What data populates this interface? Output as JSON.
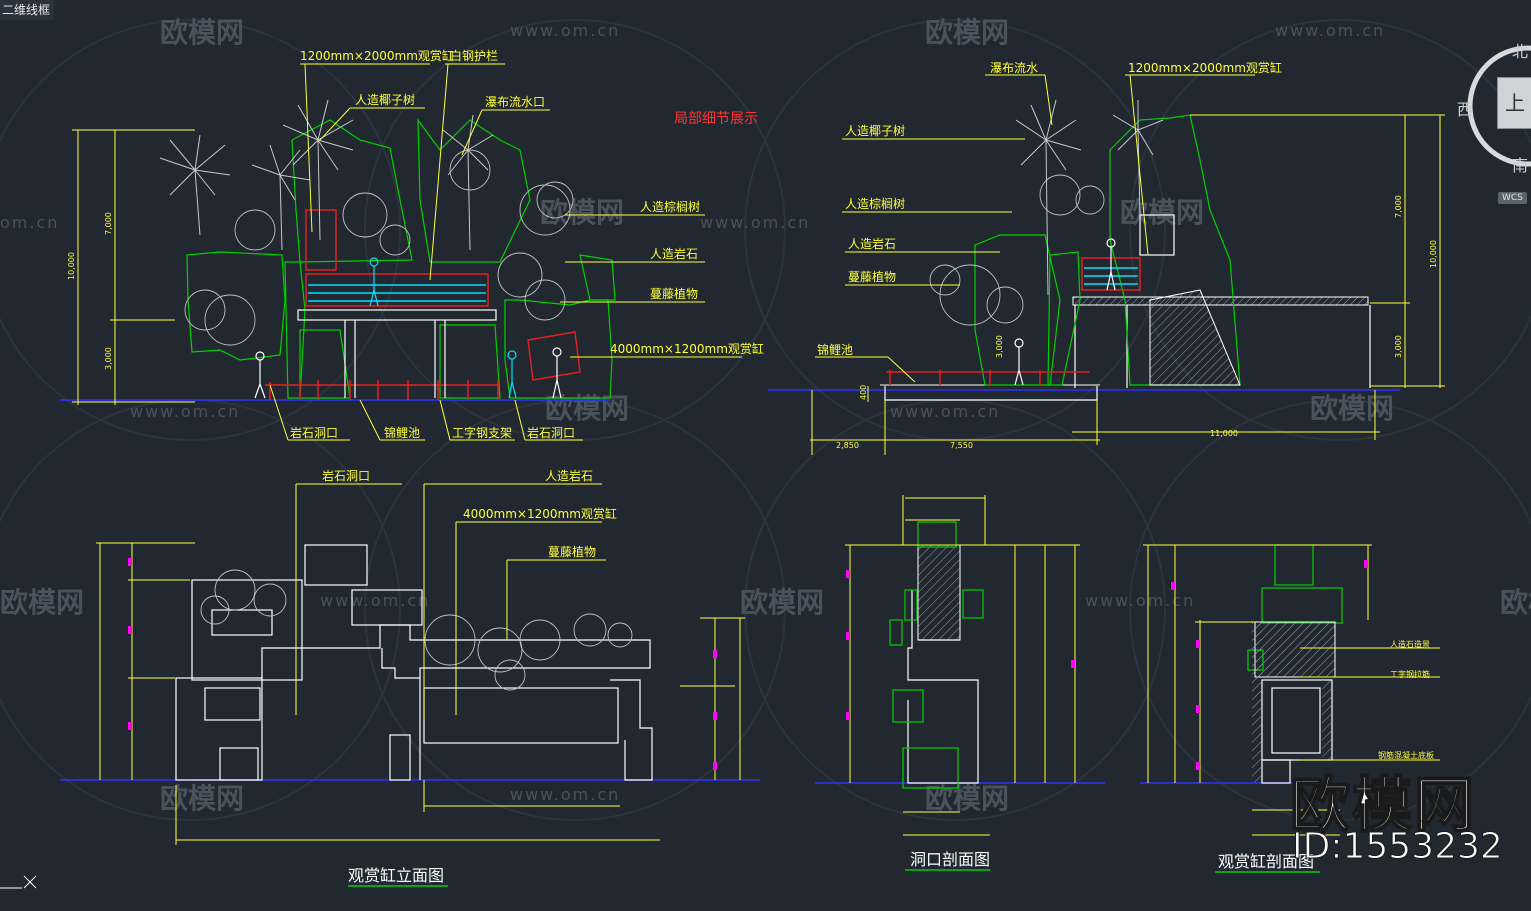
{
  "window": {
    "tab_title": "二维线框"
  },
  "watermark": {
    "brand": "欧模网",
    "url": "www.om.cn",
    "url_short": "om.cn"
  },
  "highlight_note": "局部细节展示",
  "compass": {
    "north": "北",
    "south": "南",
    "west": "西",
    "top_face": "上",
    "wcs": "WCS"
  },
  "branding": {
    "logo_text": "欧模网",
    "id_text": "ID:1553232"
  },
  "elevation_left": {
    "callouts": {
      "tank_1200": "1200mm×2000mm观赏缸",
      "steel_rail": "白钢护栏",
      "coconut": "人造椰子树",
      "waterfall_outlet": "瀑布流水口",
      "palm": "人造棕榈树",
      "rock": "人造岩石",
      "vine": "蔓藤植物",
      "tank_4000": "4000mm×1200mm观赏缸",
      "cave_left": "岩石洞口",
      "koi_pond": "锦鲤池",
      "i_beam": "工字钢支架",
      "cave_right": "岩石洞口"
    },
    "dims": {
      "total": "10,000",
      "upper": "7,000",
      "lower": "3,000"
    }
  },
  "elevation_right": {
    "callouts": {
      "waterfall": "瀑布流水",
      "tank_1200": "1200mm×2000mm观赏缸",
      "coconut": "人造椰子树",
      "palm": "人造棕榈树",
      "rock": "人造岩石",
      "vine": "蔓藤植物",
      "koi_pond": "锦鲤池"
    },
    "dims": {
      "total": "10,000",
      "upper": "7,000",
      "lower": "3,000",
      "depth": "400",
      "w1": "2,850",
      "w2": "7,550",
      "w3": "11,000"
    }
  },
  "tank_elevation": {
    "title": "观赏缸立面图",
    "callouts": {
      "cave": "岩石洞口",
      "rock": "人造岩石",
      "tank_4000": "4000mm×1200mm观赏缸",
      "vine": "蔓藤植物"
    }
  },
  "cave_section": {
    "title": "洞口剖面图"
  },
  "tank_section": {
    "title": "观赏缸剖面图",
    "notes": {
      "rock_finish": "人造石造景",
      "i_beam": "工字钢拉筋",
      "concrete": "钢筋混凝土底板"
    }
  },
  "colors": {
    "background": "#212830",
    "leader": "#ffff33",
    "outline": "#ffffff",
    "green": "#00e000",
    "red": "#e02020",
    "magenta": "#ff00ff",
    "cyan": "#00e0ff",
    "ground": "#3030ff"
  }
}
